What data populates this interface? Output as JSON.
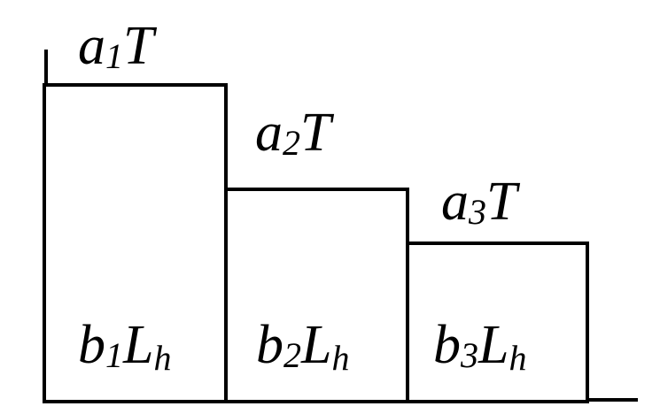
{
  "steps": [
    {
      "top": {
        "base": "a",
        "sub": "1",
        "rest": "T"
      },
      "bottom": {
        "base": "b",
        "sub": "1",
        "mid": "L",
        "msub": "h"
      }
    },
    {
      "top": {
        "base": "a",
        "sub": "2",
        "rest": "T"
      },
      "bottom": {
        "base": "b",
        "sub": "2",
        "mid": "L",
        "msub": "h"
      }
    },
    {
      "top": {
        "base": "a",
        "sub": "3",
        "rest": "T"
      },
      "bottom": {
        "base": "b",
        "sub": "3",
        "mid": "L",
        "msub": "h"
      }
    }
  ]
}
